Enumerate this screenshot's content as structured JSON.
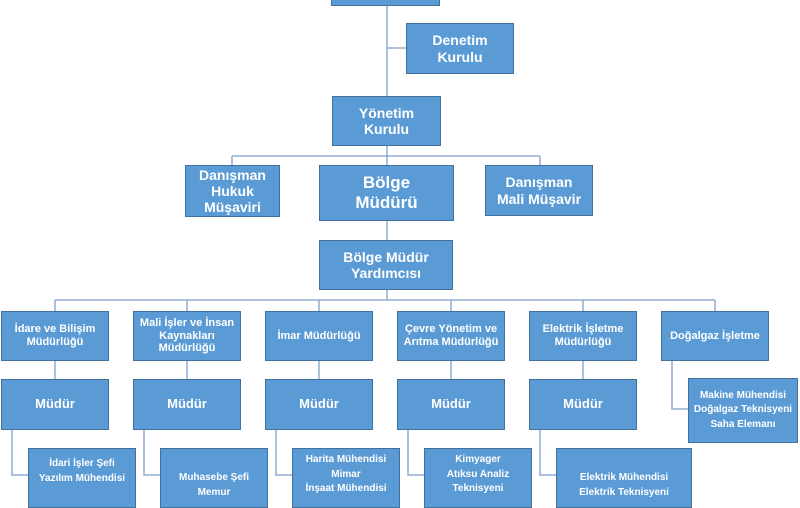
{
  "top": {
    "label": ""
  },
  "denetim": {
    "line1": "Denetim",
    "line2": "Kurulu"
  },
  "yonetim": {
    "line1": "Yönetim",
    "line2": "Kurulu"
  },
  "hukuk": {
    "line1": "Danışman",
    "line2": "Hukuk",
    "line3": "Müşaviri"
  },
  "bolge_muduru": {
    "line1": "Bölge",
    "line2": "Müdürü"
  },
  "mali_musavir": {
    "line1": "Danışman",
    "line2": "Mali Müşavir"
  },
  "yardimci": {
    "line1": "Bölge Müdür",
    "line2": "Yardımcısı"
  },
  "departments": [
    {
      "name": [
        "İdare ve Bilişim",
        "Müdürlüğü"
      ],
      "manager": "Müdür",
      "staff": [
        "İdari İşler Şefi",
        "Yazılım Mühendisi"
      ]
    },
    {
      "name": [
        "Mali İşler ve İnsan",
        "Kaynakları",
        "Müdürlüğü"
      ],
      "manager": "Müdür",
      "staff": [
        "Muhasebe Şefi",
        "Memur"
      ]
    },
    {
      "name": [
        "İmar Müdürlüğü"
      ],
      "manager": "Müdür",
      "staff": [
        "Harita Mühendisi",
        "Mimar",
        "İnşaat Mühendisi"
      ]
    },
    {
      "name": [
        "Çevre Yönetim ve",
        "Arıtma Müdürlüğü"
      ],
      "manager": "Müdür",
      "staff": [
        "Kimyager",
        "Atıksu Analiz",
        "Teknisyeni"
      ]
    },
    {
      "name": [
        "Elektrik İşletme",
        "Müdürlüğü"
      ],
      "manager": "Müdür",
      "staff": [
        "Elektrik Mühendisi",
        "Elektrik Teknisyeni"
      ]
    },
    {
      "name": [
        "Doğalgaz İşletme"
      ],
      "manager": "",
      "staff": [
        "Makine Mühendisi",
        "Doğalgaz Teknisyeni",
        "Saha Elemanı"
      ]
    }
  ],
  "colors": {
    "box_fill": "#5b9bd5",
    "box_border": "#41719c",
    "line": "#7f9fcf",
    "text": "#ffffff"
  }
}
